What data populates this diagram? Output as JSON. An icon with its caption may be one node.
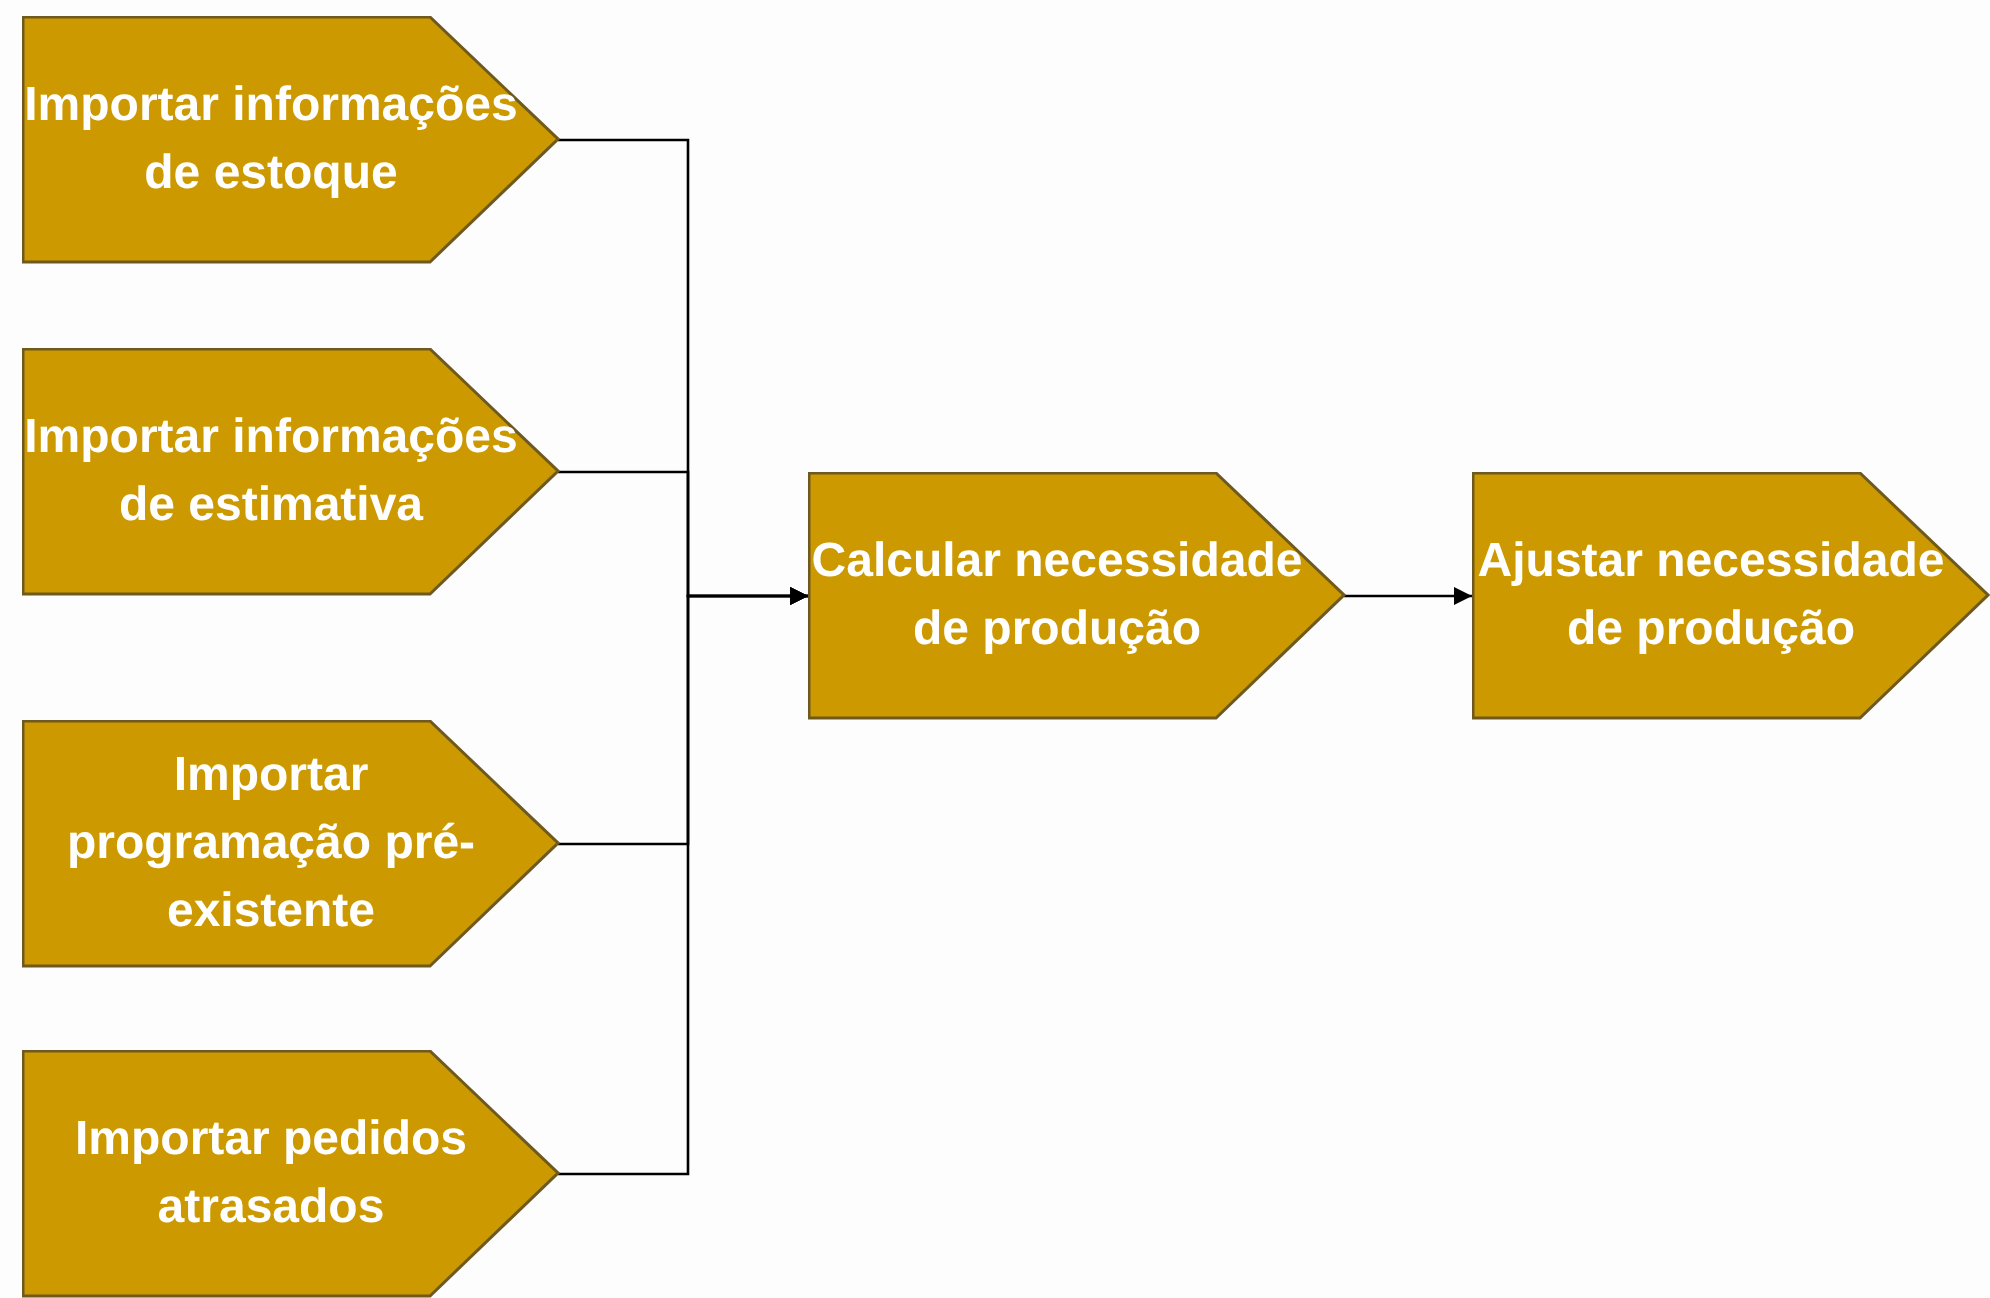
{
  "diagram": {
    "nodes": [
      {
        "text": [
          "Importar informações de estoque"
        ]
      },
      {
        "text": [
          "Importar informações de estimativa"
        ]
      },
      {
        "text": [
          "Importar programação pré-existente"
        ]
      },
      {
        "text": [
          "Importar pedidos atrasados"
        ]
      },
      {
        "text": [
          "Calcular necessidade de produção"
        ]
      },
      {
        "text": [
          "Ajustar necessidade de produção"
        ]
      }
    ],
    "edges": [
      {
        "from": 0,
        "to": 4,
        "arrow": "to"
      },
      {
        "from": 1,
        "to": 4,
        "arrow": "to"
      },
      {
        "from": 2,
        "to": 4,
        "arrow": "to"
      },
      {
        "from": 3,
        "to": 4,
        "arrow": "to"
      },
      {
        "from": 4,
        "to": 5,
        "arrow": "to"
      }
    ]
  }
}
